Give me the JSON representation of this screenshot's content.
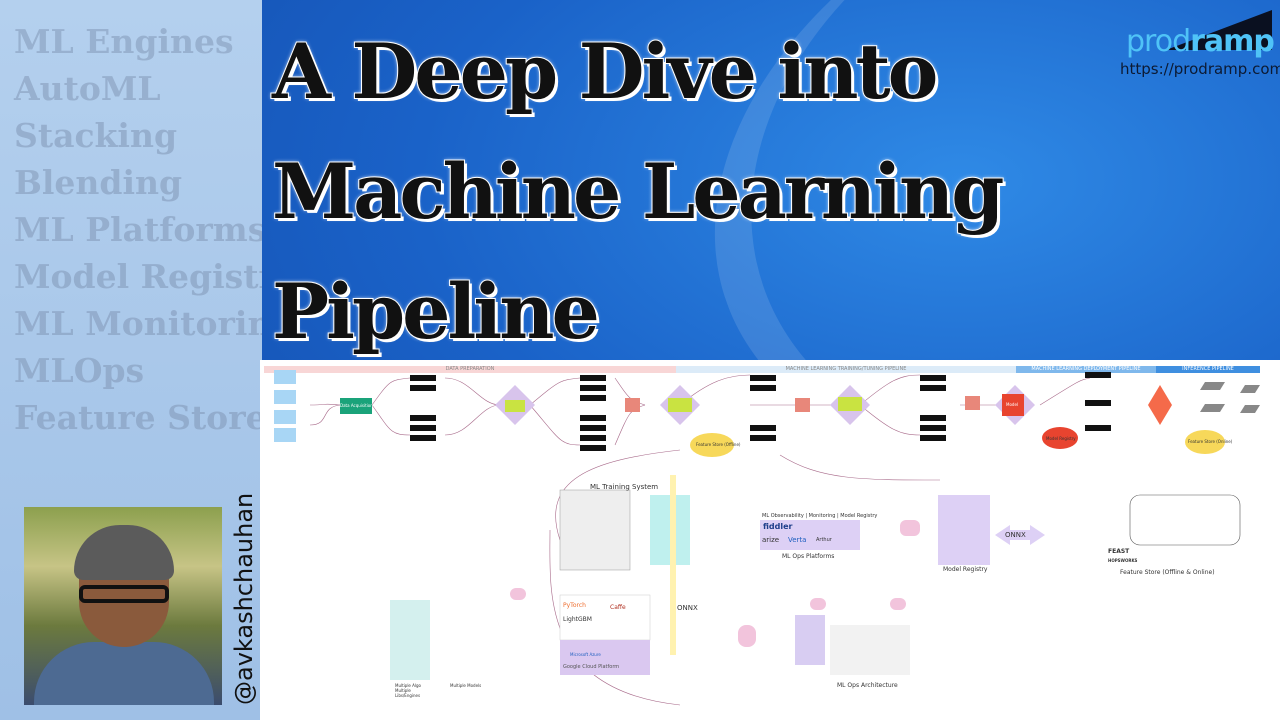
{
  "sidebar": {
    "keywords": [
      "ML Engines",
      "AutoML",
      "Stacking",
      "Blending",
      "ML Platforms",
      "Model Registry",
      "ML Monitoring",
      "MLOps",
      "Feature Store"
    ]
  },
  "presenter": {
    "handle": "@avkashchauhan"
  },
  "title": {
    "lines": [
      "A Deep Dive into",
      "Machine Learning",
      "Pipeline"
    ]
  },
  "logo": {
    "name_light": "prod",
    "name_bold": "ramp",
    "url": "https://prodramp.com"
  },
  "diagram": {
    "sections": [
      "DATA PREPARATION",
      "MACHINE LEARNING TRAINING/TUNING PIPELINE",
      "MACHINE LEARNING DEPLOYMENT PIPELINE",
      "INFERENCE PIPELINE"
    ],
    "nodes": {
      "data_acquisition": "Data Acquisition",
      "feature_store_offline": "Feature Store (Offline)",
      "model_registry_node": "Model Registry",
      "model": "Model",
      "feature_store_online": "Feature Store (Online)"
    },
    "labels": {
      "ml_training_system": "ML Training System",
      "observability": "ML Observability | Monitoring | Model Registry",
      "ml_ops_platforms": "ML Ops Platforms",
      "model_registry": "Model Registry",
      "onnx": "ONNX",
      "onnx2": "ONNX",
      "feature_store": "Feature Store (Offline & Online)",
      "ml_ops_architecture": "ML Ops Architecture",
      "multiple_algo": "Multiple Algo Multiple Libs/Engines",
      "multiple_models": "Multiple Models",
      "feast": "FEAST",
      "hopsworks": "HOPSWORKS"
    },
    "platforms": [
      "fiddler",
      "arize",
      "Verta",
      "Arthur",
      "PyTorch",
      "LightGBM",
      "Caffe",
      "Google Cloud Platform",
      "Microsoft Azure"
    ]
  },
  "colors": {
    "background": "#1a62c8",
    "sidebar": "#a8c8ec",
    "logo_accent": "#4fc3f7"
  }
}
